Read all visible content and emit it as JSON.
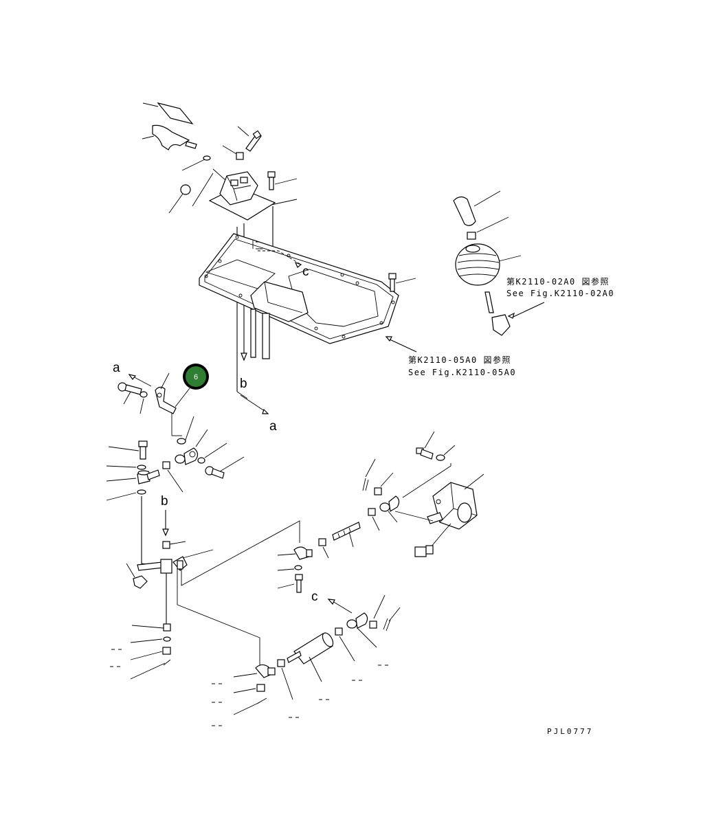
{
  "diagram": {
    "refs": {
      "upper_right": {
        "jp": "第K2110-02A0 図参照",
        "en": "See Fig.K2110-02A0"
      },
      "middle": {
        "jp": "第K2110-05A0 図参照",
        "en": "See Fig.K2110-05A0"
      }
    },
    "letters": {
      "a": "a",
      "b": "b",
      "c": "c"
    },
    "highlight": {
      "number": "6",
      "color": "#2e7d32"
    },
    "drawing_code": "PJL0777"
  }
}
